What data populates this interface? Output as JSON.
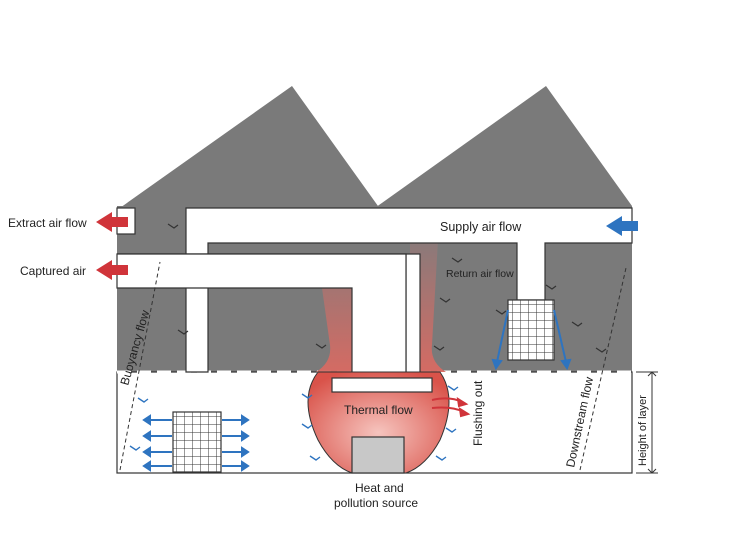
{
  "labels": {
    "extract_air": "Extract air flow",
    "captured_air": "Captured air",
    "supply_air": "Supply air flow",
    "return_air": "Return air flow",
    "buoyancy": "Buoyancy flow",
    "thermal": "Thermal flow",
    "flushing": "Flushing out",
    "downstream": "Downstream flow",
    "layer_height": "Height of layer",
    "source_line1": "Heat and",
    "source_line2": "pollution source"
  },
  "colors": {
    "building": "#7a7a7a",
    "duct": "#ffffff",
    "outline": "#333333",
    "hot": "#d9534a",
    "hot_light": "#f2b7b1",
    "cool": "#2e74c0",
    "source": "#c8c8c8"
  },
  "icons": {
    "extract_arrow": "arrow-left-red",
    "captured_arrow": "arrow-left-red",
    "supply_arrow": "arrow-left-blue",
    "diffuser": "grid-diffuser",
    "flag": "airflow-flag"
  }
}
